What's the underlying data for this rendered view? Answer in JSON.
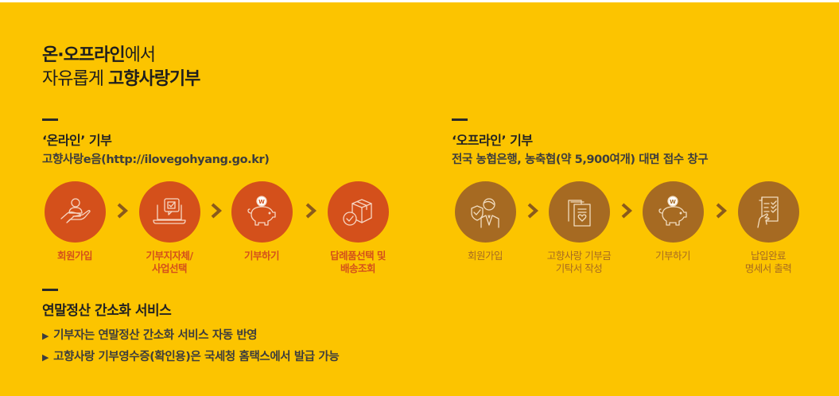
{
  "headline": {
    "line1_bold": "온·오프라인",
    "line1_normal": "에서",
    "line2_normal": "자유롭게 ",
    "line2_bold": "고향사랑기부"
  },
  "colors": {
    "background": "#fcc400",
    "online_accent": "#d4501b",
    "offline_accent": "#a66a22",
    "arrow": "#8a5a1c",
    "text_dark": "#222222"
  },
  "online": {
    "title": "‘온라인’ 기부",
    "subtitle": "고향사랑e음(http://ilovegohyang.go.kr)",
    "steps": [
      {
        "icon": "hand-person-icon",
        "label": "회원가입"
      },
      {
        "icon": "laptop-checkbox-icon",
        "label": "기부지자체/\n사업선택"
      },
      {
        "icon": "piggy-bank-icon",
        "label": "기부하기"
      },
      {
        "icon": "box-check-icon",
        "label": "답례품선택 및\n배송조회"
      }
    ]
  },
  "offline": {
    "title": "‘오프라인’ 기부",
    "subtitle": "전국 농협은행, 농축협(약 5,900여개) 대면 접수 창구",
    "steps": [
      {
        "icon": "person-shield-icon",
        "label": "회원가입"
      },
      {
        "icon": "document-heart-icon",
        "label": "고향사랑 기부금\n기탁서 작성"
      },
      {
        "icon": "piggy-bank-icon",
        "label": "기부하기"
      },
      {
        "icon": "checklist-hand-icon",
        "label": "납입완료\n명세서 출력"
      }
    ]
  },
  "tax": {
    "title": "연말정산 간소화 서비스",
    "bullets": [
      "기부자는 연말정산 간소화 서비스 자동 반영",
      "고향사랑 기부영수증(확인용)은 국세청 홈택스에서 발급 가능"
    ],
    "bullet_glyph": "▶"
  },
  "coin_mark": "W"
}
